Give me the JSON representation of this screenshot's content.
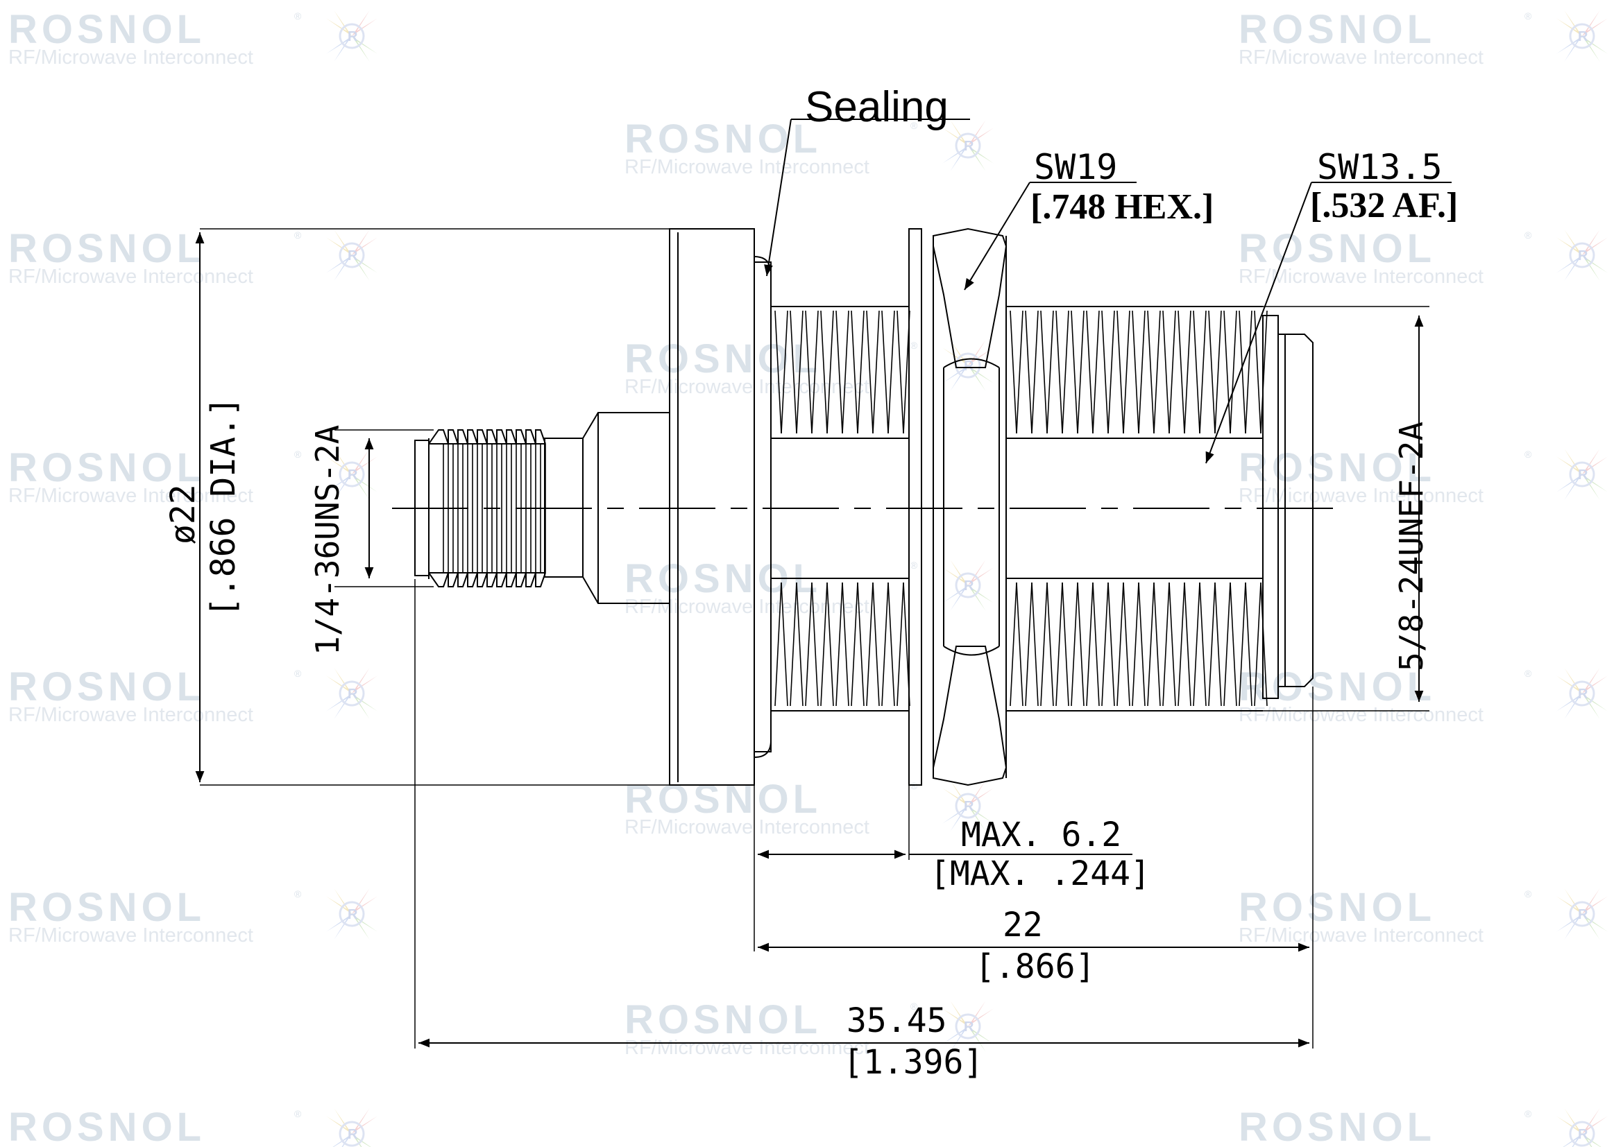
{
  "watermark": {
    "brand": "ROSNOL",
    "tagline": "RF/Microwave Interconnect",
    "registered": "®",
    "logo_letter": "R"
  },
  "labels": {
    "sealing": "Sealing",
    "sw19": "SW19",
    "sw19_inch": "[.748 HEX.]",
    "sw135": "SW13.5",
    "sw135_inch": "[.532 AF.]",
    "thread_small": "1/4-36UNS-2A",
    "thread_large": "5/8-24UNEF-2A",
    "dia": "ø22",
    "dia_inch": "[.866 DIA.]",
    "max": "MAX. 6.2",
    "max_inch": "[MAX. .244]",
    "len22": "22",
    "len22_inch": "[.866]",
    "len3545": "35.45",
    "len3545_inch": "[1.396]"
  },
  "colors": {
    "line": "#000000",
    "watermark_text": "#d4dde6",
    "watermark_sub": "#dde3ea"
  }
}
